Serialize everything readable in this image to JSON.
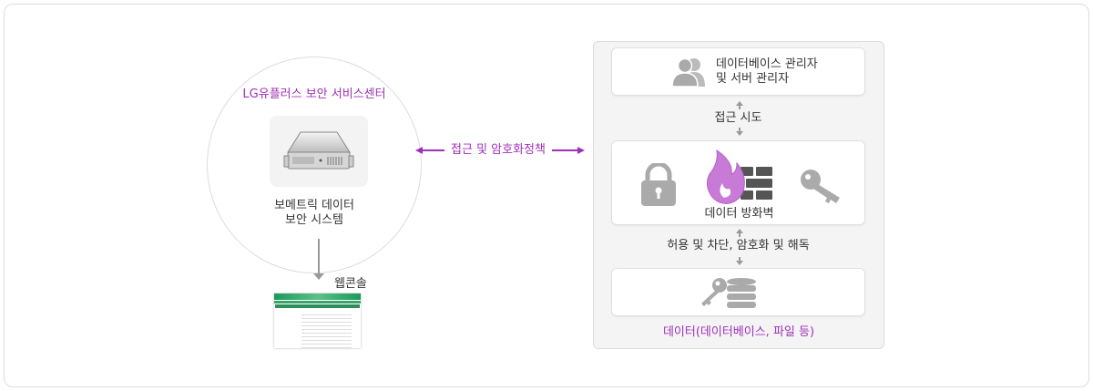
{
  "left": {
    "center_title": "LG유플러스 보안 서비스센터",
    "system_line1": "보메트릭 데이터",
    "system_line2": "보안 시스템",
    "webconsole_label": "웹콘솔"
  },
  "connector_label": "접근 및 암호화정책",
  "right": {
    "admins_line1": "데이터베이스 관리자",
    "admins_line2": "및 서버 관리자",
    "access_label": "접근 시도",
    "firewall_label": "데이터 방화벽",
    "control_label": "허용 및 차단, 암호화 및 해독",
    "data_label": "데이터(데이터베이스, 파일 등)"
  },
  "colors": {
    "accent": "#a030b8",
    "flame": "#c77bd6",
    "icon_gray": "#aaaaaa",
    "console_green": "#1a9a5a"
  }
}
